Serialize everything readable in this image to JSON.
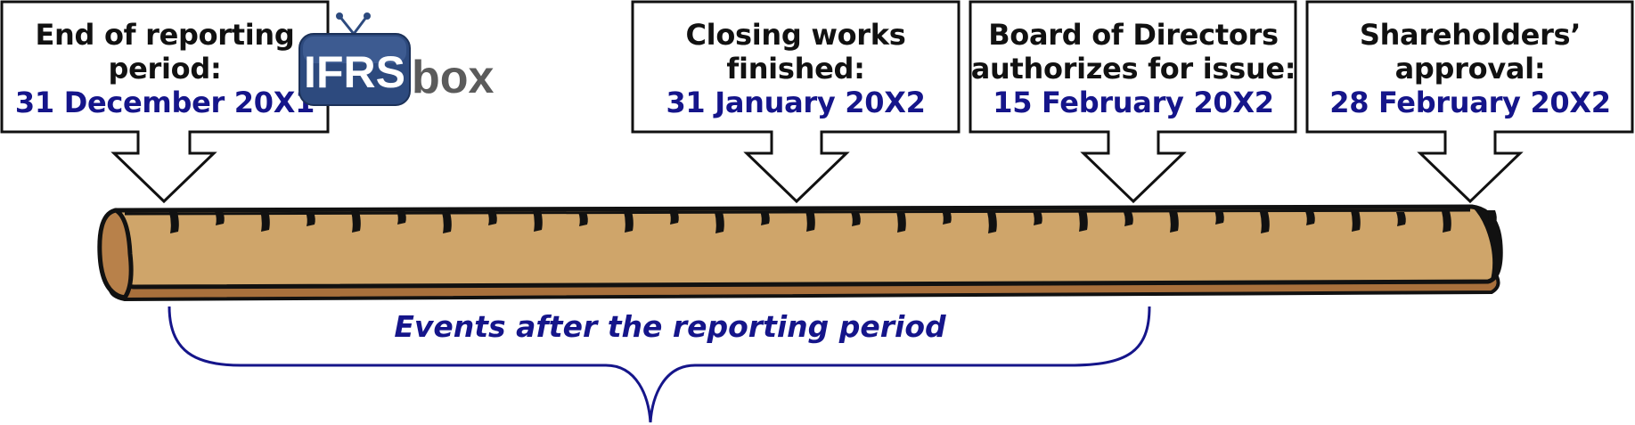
{
  "callouts": [
    {
      "line1": "End of reporting",
      "line2": "period:",
      "date": "31 December 20X1"
    },
    {
      "line1": "Closing works",
      "line2": "finished:",
      "date": "31 January 20X2"
    },
    {
      "line1": "Board of Directors",
      "line2": "authorizes for issue:",
      "date": "15 February 20X2"
    },
    {
      "line1": "Shareholders’",
      "line2": "approval:",
      "date": "28 February 20X2"
    }
  ],
  "logo": {
    "main": "IFRS",
    "sub": "box"
  },
  "bracket_label": "Events after the reporting period",
  "colors": {
    "ruler_fill": "#cfa56a",
    "ruler_shadow": "#a8703c",
    "outline": "#111111",
    "date_text": "#15158a",
    "bracket": "#15158a",
    "logo_blue": "#2d4a7e"
  }
}
